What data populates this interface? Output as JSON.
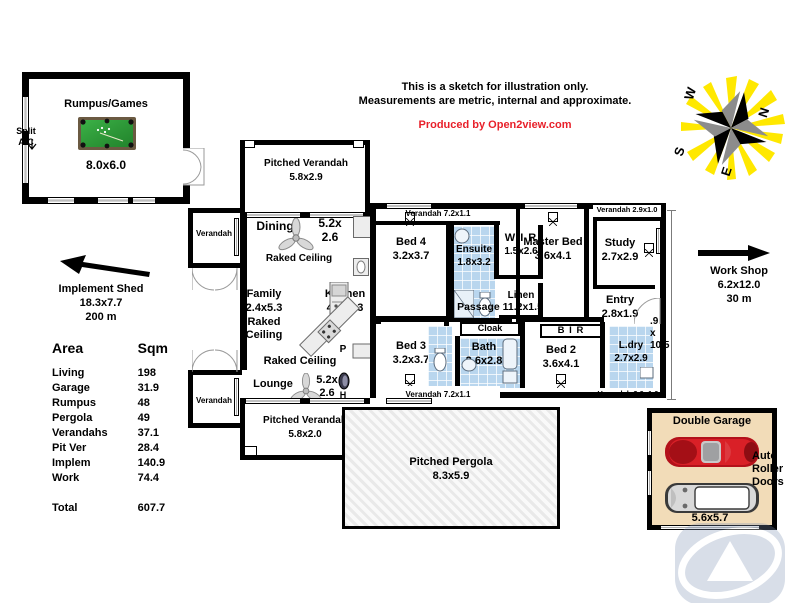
{
  "disclaimer": {
    "line1": "This is a sketch for illustration only.",
    "line2": "Measurements are metric, internal and approximate.",
    "producer": "Produced by Open2view.com",
    "producer_color": "#e8202a"
  },
  "compass": {
    "name": "compass-rose",
    "north": "N",
    "east": "E",
    "south": "S",
    "west": "W",
    "ray_color": "#ffe800",
    "dark_color": "#000000",
    "light_color": "#8c8c8c"
  },
  "outbuildings": [
    {
      "name": "rumpus-games",
      "label": "Rumpus/Games",
      "dimensions": "8.0x6.0",
      "feature": "pool-table"
    },
    {
      "name": "split-ac",
      "label": "Split\nA/C"
    },
    {
      "name": "implement-shed",
      "label": "Implement Shed",
      "dimensions": "18.3x7.7",
      "distance": "200 m",
      "arrow": "arrow-left"
    },
    {
      "name": "work-shop",
      "label": "Work Shop",
      "dimensions": "6.2x12.0",
      "distance": "30 m",
      "arrow": "arrow-right"
    }
  ],
  "rooms": [
    {
      "name": "pitched-verandah-top",
      "label": "Pitched Verandah",
      "dimensions": "5.8x2.9"
    },
    {
      "name": "verandah-left-upper",
      "label": "Verandah",
      "dimensions": ""
    },
    {
      "name": "verandah-left-lower",
      "label": "Verandah",
      "dimensions": ""
    },
    {
      "name": "dining",
      "label": "Dining",
      "dimensions": "5.2x\n2.6",
      "ceiling": "Raked Ceiling"
    },
    {
      "name": "family",
      "label": "Family",
      "dimensions": "2.4x5.3",
      "ceiling": "Raked\nCeiling"
    },
    {
      "name": "kitchen",
      "label": "Kitchen",
      "dimensions": "4.5x5.3"
    },
    {
      "name": "pantry",
      "label": "P"
    },
    {
      "name": "lounge",
      "label": "Lounge",
      "dimensions": "5.2x\n2.6",
      "ceiling": "Raked Ceiling"
    },
    {
      "name": "heater",
      "label": "H"
    },
    {
      "name": "pitched-verandah-bottom",
      "label": "Pitched Verandah",
      "dimensions": "5.8x2.0"
    },
    {
      "name": "pitched-pergola",
      "label": "Pitched Pergola",
      "dimensions": "8.3x5.9"
    },
    {
      "name": "verandah-bed4",
      "label": "Verandah 7.2x1.1"
    },
    {
      "name": "bed-4",
      "label": "Bed 4",
      "dimensions": "3.2x3.7"
    },
    {
      "name": "ensuite",
      "label": "Ensuite",
      "dimensions": "1.8x3.2"
    },
    {
      "name": "wir",
      "label": "W I R",
      "dimensions": "1.5x2.6"
    },
    {
      "name": "linen",
      "label": "Linen"
    },
    {
      "name": "master-bed",
      "label": "Master Bed",
      "dimensions": "3.6x4.1"
    },
    {
      "name": "verandah-study",
      "label": "Verandah 2.9x1.0"
    },
    {
      "name": "study",
      "label": "Study",
      "dimensions": "2.7x2.9"
    },
    {
      "name": "entry",
      "label": "Entry",
      "dimensions": "2.8x1.9"
    },
    {
      "name": "passage",
      "label": "Passage 11.2x1.5"
    },
    {
      "name": "bed-3",
      "label": "Bed 3",
      "dimensions": "3.2x3.7"
    },
    {
      "name": "cloak",
      "label": "Cloak"
    },
    {
      "name": "bath",
      "label": "Bath",
      "dimensions": "2.6x2.8"
    },
    {
      "name": "bir",
      "label": "B I R"
    },
    {
      "name": "bed-2",
      "label": "Bed 2",
      "dimensions": "3.6x4.1"
    },
    {
      "name": "laundry",
      "label": "L.dry",
      "dimensions": "2.7x2.9"
    },
    {
      "name": "verandah-bed3",
      "label": "Verandah 7.2x1.1"
    },
    {
      "name": "verandah-laundry",
      "label": "Verandah 2.9x1.0"
    },
    {
      "name": "side-dimension",
      "label": ".9\nx\n10.5"
    },
    {
      "name": "double-garage",
      "label": "Double Garage",
      "dimensions": "5.6x5.7"
    },
    {
      "name": "auto-roller-doors",
      "label": "Auto\nRoller\nDoors"
    }
  ],
  "area_table": {
    "header_area": "Area",
    "header_sqm": "Sqm",
    "rows": [
      {
        "area": "Living",
        "sqm": "198"
      },
      {
        "area": "Garage",
        "sqm": "31.9"
      },
      {
        "area": "Rumpus",
        "sqm": "48"
      },
      {
        "area": "Pergola",
        "sqm": "49"
      },
      {
        "area": "Verandahs",
        "sqm": "37.1"
      },
      {
        "area": "Pit Ver",
        "sqm": "28.4"
      },
      {
        "area": "Implem",
        "sqm": "140.9"
      },
      {
        "area": "Work",
        "sqm": "74.4"
      }
    ],
    "total_label": "Total",
    "total_sqm": "607.7"
  },
  "watermark": {
    "name": "open2view-logo"
  }
}
